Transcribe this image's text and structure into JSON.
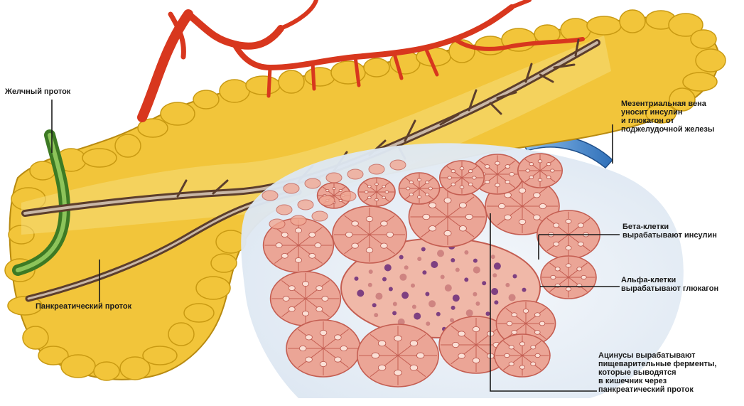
{
  "diagram": {
    "labels": {
      "bile_duct": "Желчный проток",
      "pancreatic_duct": "Панкреатический проток",
      "mesenteric_vein": "Мезентриальная вена\nуносит инсулин\nи глюкагон от\nподжелудочной железы",
      "beta_cells": "Бета-клетки\nвырабатывают инсулин",
      "alpha_cells": "Альфа-клетки\nвырабатывают глюкагон",
      "acini": "Ацинусы вырабатывают\nпищеварительные ферменты,\nкоторые выводятся\nв кишечник через\nпанкреатический проток"
    },
    "colors": {
      "gland_yellow": "#f2c53a",
      "gland_outline": "#c99a12",
      "artery_red": "#d8371e",
      "bile_duct_green": "#4f8f2e",
      "pancreatic_duct_brown": "#6b4a35",
      "vein_blue": "#2f6fb8",
      "acinus_pink": "#eba596",
      "acinus_outline": "#c45e52",
      "islet_purple": "#6a2a7a",
      "tissue_bg": "#e6eef7"
    },
    "icons": [
      "pancreas-illustration",
      "islet-of-langerhans",
      "acinus-cluster"
    ]
  }
}
